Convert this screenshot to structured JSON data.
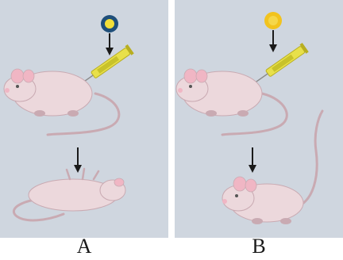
{
  "panels": [
    {
      "label": "A",
      "pellet_center_color": "#f2df38",
      "pellet_ring_color": "#1f4f7a",
      "outcome": "dead-mouse"
    },
    {
      "label": "B",
      "pellet_center_color": "#f5d74a",
      "pellet_ring_color": "#f2c31e",
      "outcome": "live-mouse"
    }
  ],
  "colors": {
    "background": "#cfd6df",
    "mouse_body": "#ecd8dc",
    "mouse_shadow": "#c9aab2",
    "mouse_ear": "#f0b6c4",
    "syringe_body": "#e8e04a",
    "syringe_fluid": "#c8c22a",
    "arrow": "#1a1a1a"
  }
}
